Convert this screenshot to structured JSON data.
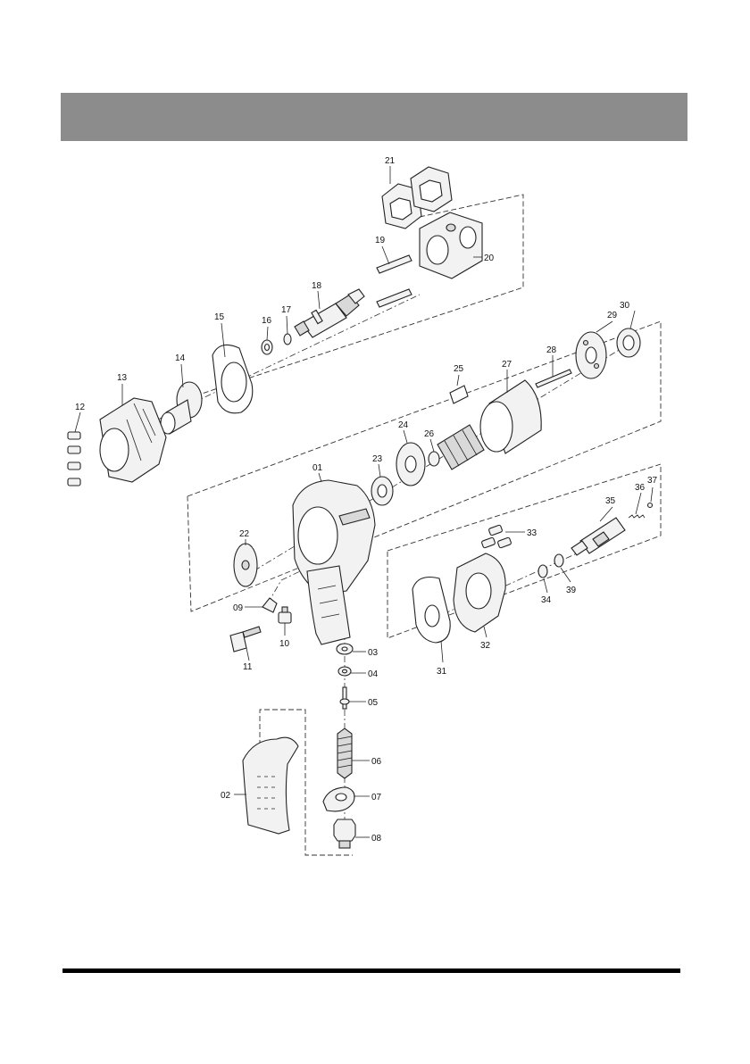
{
  "colors": {
    "header_band": "#8c8c8c",
    "footer_rule": "#000000",
    "line": "#222222"
  },
  "part_labels": {
    "p01": "01",
    "p02": "02",
    "p03": "03",
    "p04": "04",
    "p05": "05",
    "p06": "06",
    "p07": "07",
    "p08": "08",
    "p09": "09",
    "p10": "10",
    "p11": "11",
    "p12": "12",
    "p13": "13",
    "p14": "14",
    "p15": "15",
    "p16": "16",
    "p17": "17",
    "p18": "18",
    "p19": "19",
    "p20": "20",
    "p21": "21",
    "p22": "22",
    "p23": "23",
    "p24": "24",
    "p25": "25",
    "p26": "26",
    "p27": "27",
    "p28": "28",
    "p29": "29",
    "p30": "30",
    "p31": "31",
    "p32": "32",
    "p33": "33",
    "p34": "34",
    "p35": "35",
    "p36": "36",
    "p37": "37",
    "p39": "39"
  }
}
